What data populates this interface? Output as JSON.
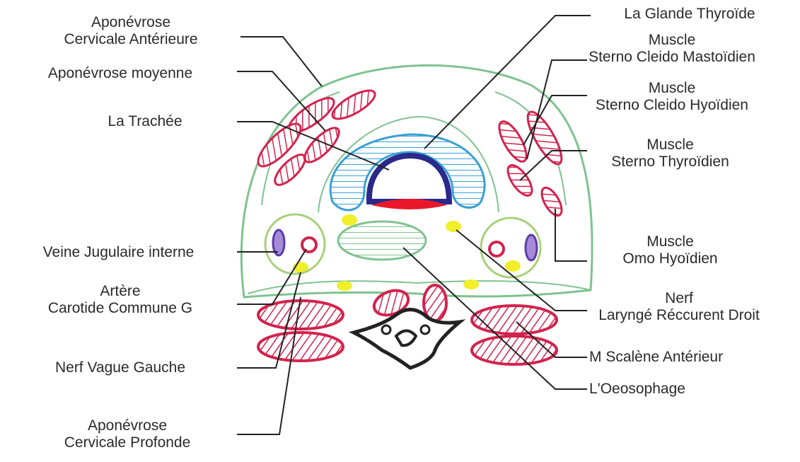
{
  "labels": {
    "aponevrose_cervicale_anterieure": "Aponévrose\nCervicale Antérieure",
    "aponevrose_moyenne": "Aponévrose moyenne",
    "la_trachee": "La Trachée",
    "veine_jugulaire_interne": "Veine Jugulaire interne",
    "artere_carotide": "Artère\nCarotide Commune G",
    "nerf_vague_gauche": "Nerf Vague Gauche",
    "aponevrose_cervicale_profonde": "Aponévrose\nCervicale Profonde",
    "glande_thyroide": "La Glande Thyroïde",
    "muscle_scm": "Muscle\nSterno Cleido Mastoïdien",
    "muscle_sch": "Muscle\nSterno Cleido Hyoïdien",
    "muscle_st": "Muscle\nSterno Thyroïdien",
    "muscle_oh": "Muscle\nOmo Hyoïdien",
    "nerf_laryngé": "Nerf\nLaryngé Réccurent Droit",
    "m_scalene": "M Scalène Antérieur",
    "oesophage": "L'Oeosophage"
  },
  "colors": {
    "fascia_green": "#7fc38f",
    "muscle_red": "#d2234d",
    "thyroid_blue": "#3a9fd6",
    "trachea_navy": "#2a2a8a",
    "nerve_yellow": "#f0ef2a",
    "vein_purple": "#5a3aa8",
    "leader_line": "#222222"
  }
}
